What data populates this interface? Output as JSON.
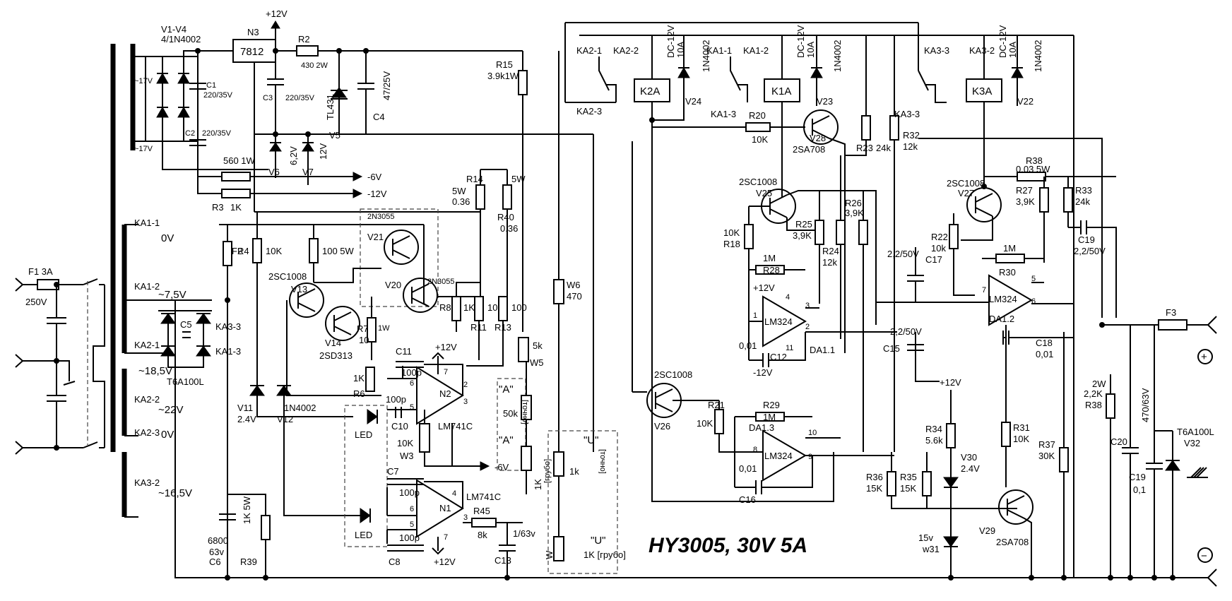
{
  "title": "HY3005, 30V 5A",
  "mains": {
    "fuse": "F1 3A",
    "voltage": "250V"
  },
  "transformer_taps": [
    {
      "id": "~17V"
    },
    {
      "id": "~17V"
    },
    {
      "id": "KA1-1",
      "v": "0V"
    },
    {
      "id": "KA1-2",
      "v": "~7,5V"
    },
    {
      "id": "KA2-1",
      "v": "~18,5V"
    },
    {
      "id": "KA2-2",
      "v": "~22V"
    },
    {
      "id": "KA2-3",
      "v": "0V"
    },
    {
      "id": "KA3-2",
      "v": "~16,5V"
    }
  ],
  "rails": {
    "p12": "+12V",
    "m6": "-6V",
    "m12": "-12V"
  },
  "parts": {
    "bridge": "V1-V4",
    "bridge_type": "4/1N4002",
    "n3": "N3",
    "n3_type": "7812",
    "r2": "R2",
    "r2_val": "430 2W",
    "c1": "C1",
    "c1_val": "220/35V",
    "c2": "C2",
    "c2_val": "220/35V",
    "c3": "C3",
    "c3_val": "220/35V",
    "c4": "C4",
    "c4_val": "47/25V",
    "v5": "V5",
    "v5_type": "TL431",
    "v6": "V6",
    "v6_val": "6,2V",
    "v7": "V7",
    "v7_val": "12V",
    "r_560": "560 1W",
    "r3": "R3",
    "r3_val": "1K",
    "f2": "F2",
    "r4": "R4",
    "r4_val": "10K",
    "r_100": "100 5W",
    "r14": "R14",
    "r14_val": "5W",
    "r14_val2": "0.36",
    "r40": "R40",
    "r40_val": "5W",
    "r40_val2": "0.36",
    "r15": "R15",
    "r15_val": "3.9k1W",
    "t_2n3055": "2N3055",
    "v21": "V21",
    "v20": "V20",
    "v13": "V13",
    "v13_type": "2SC1008",
    "v14": "V14",
    "v14_type": "2SD313",
    "r7": "R7",
    "r7_val": "10",
    "r7_w": "1W",
    "r8": "R8",
    "r8_val": "1K",
    "r11": "R11",
    "r11_val": "100",
    "r13": "R13",
    "r13_val": "100",
    "r6": "R6",
    "r6_val": "1K",
    "c5": "C5",
    "t6a100l": "T6A100L",
    "ka3_3": "KA3-3",
    "ka1_3": "KA1-3",
    "v11": "V11",
    "v11_val": "2.4V",
    "v12": "V12",
    "v12_type": "1N4002",
    "led": "LED",
    "c11": "C11",
    "c11_val": "100p",
    "c10": "C10",
    "c10_val": "100p",
    "n2": "N2",
    "n2_type": "LM741C",
    "w3": "W3",
    "w3_val": "10K",
    "c7": "C7",
    "c7_val": "100p",
    "c8": "C8",
    "c8_val": "100p",
    "n1": "N1",
    "n1_type": "LM741C",
    "r45": "R45",
    "r45_val": "8k",
    "c13": "C13",
    "c13_val": "1/63v",
    "c6": "C6",
    "c6_val": "6800",
    "c6_val2": "63v",
    "r39": "R39",
    "r39_val": "1K 5W",
    "w6": "W6",
    "w6_val": "470",
    "w5": "W5",
    "w5_val": "5k",
    "pot_a": "\"A\"",
    "pot_a_fine": "50k",
    "fine_label": "[точно]",
    "pot_a_coarse": "1K",
    "coarse_label": "[грубо]",
    "pot_u": "\"U\"",
    "pot_u_fine": "1k",
    "pot_u_coarse": "1K [грубо]",
    "w": "W",
    "k2a": "K2A",
    "k1a": "K1A",
    "k3a": "K3A",
    "relay_coil": "DC-12V",
    "relay_amp": "10A",
    "ka2_1": "KA2-1",
    "ka2_2": "KA2-2",
    "ka2_3": "KA2-3",
    "ka1_1": "KA1-1",
    "ka1_2": "KA1-2",
    "ka3_2": "KA3-2",
    "v24": "V24",
    "v23": "V23",
    "v22": "V22",
    "d_1n4002": "1N4002",
    "r20": "R20",
    "r20_val": "10K",
    "v28": "V28",
    "v28_type": "2SA708",
    "r23": "R23",
    "r23_val": "24k",
    "r32": "R32",
    "r32_val": "12k",
    "v25": "V25",
    "v25_type": "2SC1008",
    "r18": "R18",
    "r18_val": "10K",
    "r25": "R25",
    "r25_val": "3,9K",
    "r26": "R26",
    "r26_val": "3,9K",
    "r24": "R24",
    "r24_val": "12k",
    "r28": "R28",
    "r28_val": "1M",
    "da11": "DA1.1",
    "da12": "DA1.2",
    "da13": "DA1.3",
    "lm324": "LM324",
    "c12": "C12",
    "c12_val": "0,01",
    "c16": "C16",
    "c16_val": "0,01",
    "r29": "R29",
    "r29_val": "1M",
    "v26": "V26",
    "v26_type": "2SC1008",
    "r21": "R21",
    "r21_val": "10K",
    "c17": "C17",
    "c17_val": "2,2/50V",
    "c15": "C15",
    "c15_val": "2,2/50V",
    "r38": "R38",
    "r38_val": "0.03 5W",
    "v27": "V27",
    "v27_type": "2SC1008",
    "r27": "R27",
    "r27_val": "3,9K",
    "r33": "R33",
    "r33_val": "24k",
    "c19a": "C19",
    "c19a_val": "2,2/50V",
    "r22": "R22",
    "r22_val": "10k",
    "r30": "R30",
    "r30_val": "1M",
    "c18": "C18",
    "c18_val": "0,01",
    "r34": "R34",
    "r34_val": "5.6k",
    "v30": "V30",
    "v30_val": "2.4V",
    "r31": "R31",
    "r31_val": "10K",
    "r36": "R36",
    "r36_val": "15K",
    "r35": "R35",
    "r35_val": "15K",
    "w31": "w31",
    "w31_val": "15v",
    "v29": "V29",
    "v29_type": "2SA708",
    "r37": "R37",
    "r37_val": "30K",
    "r38b": "R38",
    "r38b_val": "2,2K",
    "r38b_w": "2W",
    "c20": "C20",
    "c20_val": "470/63V",
    "c19b": "C19",
    "c19b_val": "0,1",
    "f3": "F3",
    "v32": "V32",
    "v32_type": "T6A100L",
    "plus": "+",
    "minus": "−"
  }
}
